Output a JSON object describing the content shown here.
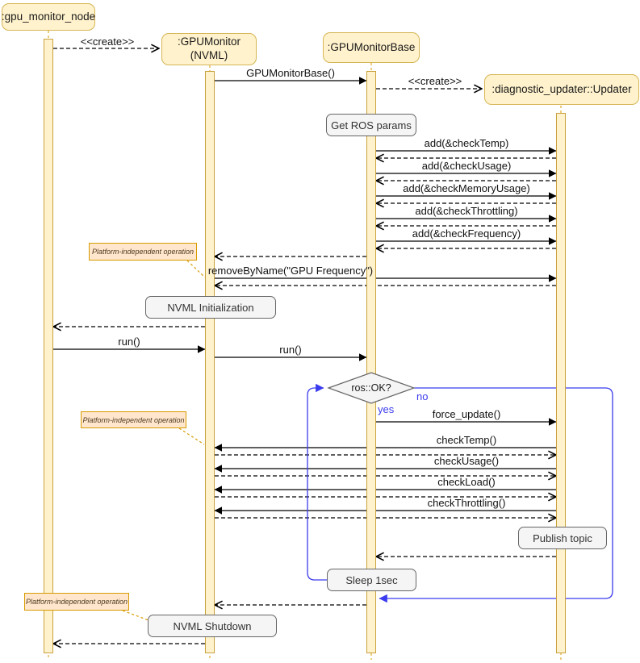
{
  "diagram": {
    "type": "uml-sequence-diagram",
    "actors": [
      {
        "id": "gpu_monitor_node",
        "label": ":gpu_monitor_node"
      },
      {
        "id": "GPUMonitor",
        "label": ":GPUMonitor\n(NVML)"
      },
      {
        "id": "GPUMonitorBase",
        "label": ":GPUMonitorBase"
      },
      {
        "id": "Updater",
        "label": ":diagnostic_updater::Updater"
      }
    ],
    "messages": [
      {
        "label": "<<create>>",
        "kind": "create",
        "from": "gpu_monitor_node",
        "to": "GPUMonitor"
      },
      {
        "label": "GPUMonitorBase()",
        "kind": "call",
        "from": "GPUMonitor",
        "to": "GPUMonitorBase"
      },
      {
        "label": "<<create>>",
        "kind": "create",
        "from": "GPUMonitorBase",
        "to": "Updater"
      },
      {
        "label": "add(&checkTemp)",
        "kind": "call",
        "from": "GPUMonitorBase",
        "to": "Updater"
      },
      {
        "label": "add(&checkUsage)",
        "kind": "call",
        "from": "GPUMonitorBase",
        "to": "Updater"
      },
      {
        "label": "add(&checkMemoryUsage)",
        "kind": "call",
        "from": "GPUMonitorBase",
        "to": "Updater"
      },
      {
        "label": "add(&checkThrottling)",
        "kind": "call",
        "from": "GPUMonitorBase",
        "to": "Updater"
      },
      {
        "label": "add(&checkFrequency)",
        "kind": "call",
        "from": "GPUMonitorBase",
        "to": "Updater"
      },
      {
        "label": "removeByName(\"GPU Frequency\")",
        "kind": "call",
        "from": "GPUMonitor",
        "to": "Updater"
      },
      {
        "label": "run()",
        "kind": "call",
        "from": "gpu_monitor_node",
        "to": "GPUMonitor"
      },
      {
        "label": "run()",
        "kind": "call",
        "from": "GPUMonitor",
        "to": "GPUMonitorBase"
      },
      {
        "label": "force_update()",
        "kind": "call",
        "from": "GPUMonitorBase",
        "to": "Updater"
      },
      {
        "label": "checkTemp()",
        "kind": "call",
        "from": "Updater",
        "to": "GPUMonitor"
      },
      {
        "label": "checkUsage()",
        "kind": "call",
        "from": "Updater",
        "to": "GPUMonitor"
      },
      {
        "label": "checkLoad()",
        "kind": "call",
        "from": "Updater",
        "to": "GPUMonitor"
      },
      {
        "label": "checkThrottling()",
        "kind": "call",
        "from": "Updater",
        "to": "GPUMonitor"
      }
    ],
    "actions": [
      {
        "label": "Get ROS params",
        "on": "GPUMonitorBase"
      },
      {
        "label": "NVML Initialization",
        "on": "GPUMonitor"
      },
      {
        "label": "Publish topic",
        "on": "Updater"
      },
      {
        "label": "Sleep 1sec",
        "on": "GPUMonitorBase"
      },
      {
        "label": "NVML Shutdown",
        "on": "GPUMonitor"
      }
    ],
    "notes": [
      {
        "label": "Platform-independent operation"
      },
      {
        "label": "Platform-independent operation"
      },
      {
        "label": "Platform-independent operation"
      }
    ],
    "decision": {
      "label": "ros::OK?",
      "yes_label": "yes",
      "no_label": "no"
    },
    "colors": {
      "actor_fill": "#FFF2CC",
      "actor_border": "#D6B656",
      "activation_border": "#C9A23F",
      "lifeline": "#D79B00",
      "note_fill": "#FFE6CC",
      "note_border": "#D79B00",
      "action_fill": "#F5F5F5",
      "action_border": "#666666",
      "loop": "#3B3BEF",
      "message_line": "#000000"
    }
  }
}
